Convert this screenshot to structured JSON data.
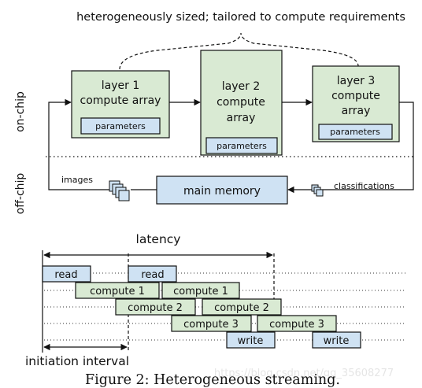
{
  "header_note": "heterogeneously sized; tailored to compute requirements",
  "side_labels": {
    "on_chip": "on-chip",
    "off_chip": "off-chip"
  },
  "layers": [
    {
      "lines": [
        "layer 1",
        "compute array"
      ],
      "params": "parameters"
    },
    {
      "lines": [
        "layer 2",
        "compute",
        "array"
      ],
      "params": "parameters"
    },
    {
      "lines": [
        "layer 3",
        "compute",
        "array"
      ],
      "params": "parameters"
    }
  ],
  "memory": {
    "label": "main memory",
    "input_label": "images",
    "output_label": "classifications"
  },
  "timeline": {
    "latency_label": "latency",
    "interval_label": "initiation interval",
    "read": "read",
    "write": "write",
    "c1": "compute 1",
    "c2": "compute 2",
    "c3": "compute 3"
  },
  "caption": "Figure 2: Heterogeneous streaming.",
  "watermark": "https://blog.csdn.net/qq_35608277",
  "colors": {
    "compute_fill": "#d9ead3",
    "memory_fill": "#cfe2f3",
    "stroke": "#111111"
  }
}
